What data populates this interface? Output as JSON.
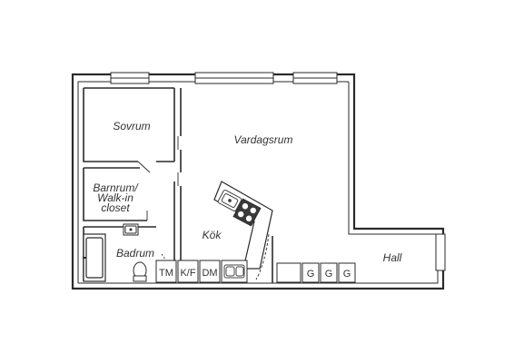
{
  "floorplan": {
    "rooms": {
      "sovrum": "Sovrum",
      "vardagsrum": "Vardagsrum",
      "barnrum_line1": "Barnrum/",
      "barnrum_line2": "Walk-in",
      "barnrum_line3": "closet",
      "badrum": "Badrum",
      "kok": "Kök",
      "hall": "Hall"
    },
    "cabinets": {
      "tm": "TM",
      "kf": "K/F",
      "dm": "DM",
      "g1": "G",
      "g2": "G",
      "g3": "G"
    },
    "colors": {
      "wall": "#2a2a2a",
      "fixture": "#444444",
      "background": "#ffffff"
    }
  }
}
